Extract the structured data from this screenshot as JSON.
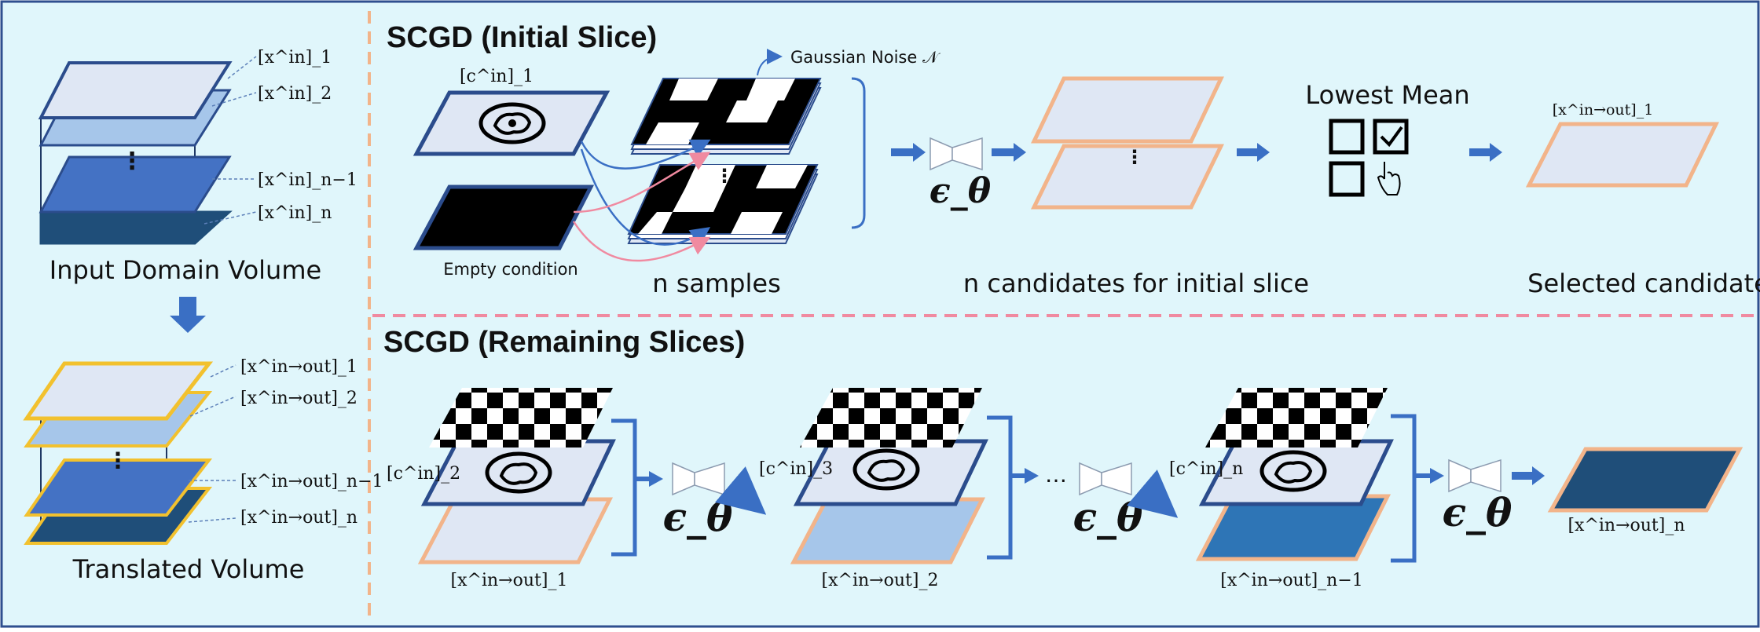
{
  "left_panel": {
    "input_labels": [
      "[x^in]_1",
      "[x^in]_2",
      "[x^in]_n−1",
      "[x^in]_n"
    ],
    "input_caption": "Input Domain Volume",
    "output_labels": [
      "[x^in→out]_1",
      "[x^in→out]_2",
      "[x^in→out]_n−1",
      "[x^in→out]_n"
    ],
    "output_caption": "Translated Volume",
    "vertical_dots": "⋮"
  },
  "initial": {
    "title": "SCGD (Initial Slice)",
    "cond_label": "[c^in]_1",
    "empty_label": "Empty condition",
    "noise_label": "Gaussian Noise 𝒩",
    "samples_label": "n samples",
    "model_label": "ϵ_θ",
    "candidates_label": "n candidates for initial slice",
    "lowest_mean": "Lowest Mean",
    "selected_label": "[x^in→out]_1",
    "selected_caption": "Selected candidate"
  },
  "remaining": {
    "title": "SCGD (Remaining Slices)",
    "cond_labels": [
      "[c^in]_2",
      "[c^in]_3",
      "[c^in]_n"
    ],
    "prev_labels": [
      "[x^in→out]_1",
      "[x^in→out]_2",
      "[x^in→out]_n−1"
    ],
    "model_label": "ϵ_θ",
    "ellipsis": "…",
    "final_label": "[x^in→out]_n"
  },
  "colors": {
    "background": "#e0f6fb",
    "frame": "#2f4f8f",
    "slice_border": "#2b4c8c",
    "light_fill": "#dfe7f4",
    "mid_fill": "#a6c6ea",
    "blue_fill": "#4472c4",
    "dark_fill": "#1f4e79",
    "orange_border": "#f2b48a",
    "gold_border": "#f2c12e",
    "arrow_blue": "#3a6fc4",
    "arrow_pink": "#f08aa0",
    "dash_orange": "#f2b48a",
    "dash_pink": "#f08aa0"
  }
}
